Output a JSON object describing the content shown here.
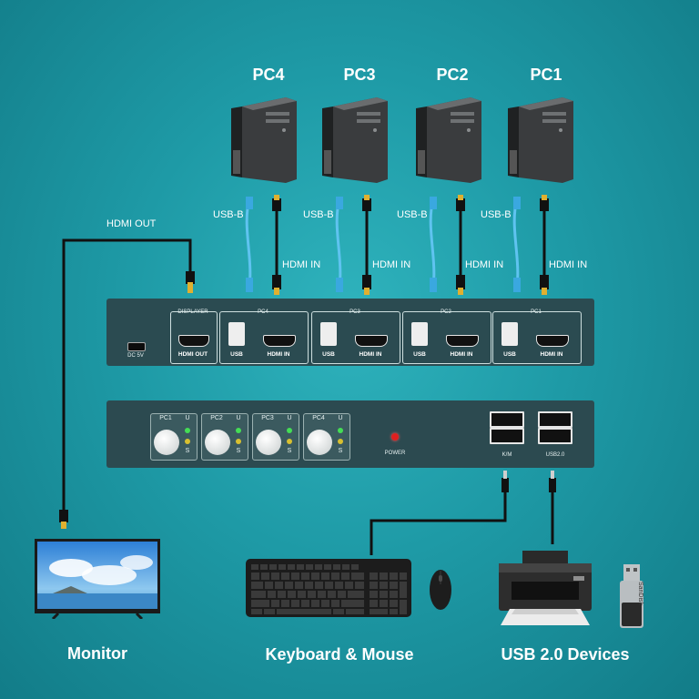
{
  "computers": [
    {
      "label": "PC4",
      "usb_label": "USB-B",
      "hdmi_label": "HDMI IN"
    },
    {
      "label": "PC3",
      "usb_label": "USB-B",
      "hdmi_label": "HDMI IN"
    },
    {
      "label": "PC2",
      "usb_label": "USB-B",
      "hdmi_label": "HDMI IN"
    },
    {
      "label": "PC1",
      "usb_label": "USB-B",
      "hdmi_label": "HDMI IN"
    }
  ],
  "hdmi_out_label": "HDMI OUT",
  "back_panel": {
    "dc_label": "DC 5V",
    "displayer_label": "DISPLAYER",
    "hdmi_out_port": "HDMI OUT",
    "groups": [
      {
        "name": "PC4",
        "usb": "USB",
        "hdmi": "HDMI IN"
      },
      {
        "name": "PC3",
        "usb": "USB",
        "hdmi": "HDMI IN"
      },
      {
        "name": "PC2",
        "usb": "USB",
        "hdmi": "HDMI IN"
      },
      {
        "name": "PC1",
        "usb": "USB",
        "hdmi": "HDMI IN"
      }
    ]
  },
  "front_panel": {
    "selectors": [
      {
        "name": "PC1",
        "u": "U",
        "s": "S"
      },
      {
        "name": "PC2",
        "u": "U",
        "s": "S"
      },
      {
        "name": "PC3",
        "u": "U",
        "s": "S"
      },
      {
        "name": "PC4",
        "u": "U",
        "s": "S"
      }
    ],
    "power_label": "POWER",
    "km_label": "K/M",
    "usb20_label": "USB2.0"
  },
  "peripherals": {
    "monitor": "Monitor",
    "keyboard_mouse": "Keyboard & Mouse",
    "usb_devices": "USB 2.0 Devices",
    "flash_drive_brand": "SanDisk"
  },
  "colors": {
    "background": "#1e9aa6",
    "panel": "#2b4b51",
    "usb_cable": "#5fc3f0",
    "hdmi_cable": "#111111",
    "connector_gold": "#e0b030",
    "led_green": "#44dd55",
    "led_yellow": "#d8c030",
    "power_led": "#e02020"
  }
}
